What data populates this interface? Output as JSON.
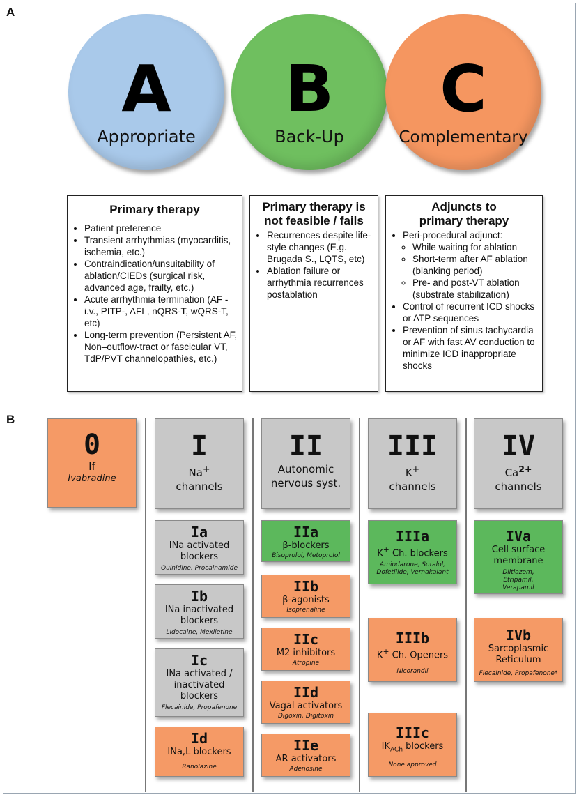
{
  "panel_a_label": "A",
  "panel_b_label": "B",
  "circles": [
    {
      "letter": "A",
      "word": "Appropriate",
      "color": "#a9c9ea"
    },
    {
      "letter": "B",
      "word": "Back-Up",
      "color": "#6fbf5f"
    },
    {
      "letter": "C",
      "word": "Complementary",
      "color": "#f59660"
    }
  ],
  "box_a": {
    "title": "Primary therapy",
    "items": [
      "Patient preference",
      "Transient arrhythmias (myocarditis, ischemia, etc.)",
      "Contraindication/unsuitability of ablation/CIEDs (surgical risk, advanced age, frailty, etc.)",
      "Acute arrhythmia termination (AF - i.v., PITP-, AFL, nQRS-T, wQRS-T, etc)",
      "Long-term prevention (Persistent AF, Non–outflow-tract or fascicular VT,  TdP/PVT channelopathies, etc.)"
    ]
  },
  "box_b": {
    "title_line1": "Primary therapy is",
    "title_line2": "not feasible / fails",
    "items": [
      "Recurrences despite life-style changes (E.g. Brugada S., LQTS, etc)",
      "Ablation failure or arrhythmia recurrences postablation"
    ]
  },
  "box_c": {
    "title_line1": "Adjuncts to",
    "title_line2": "primary therapy",
    "item1": "Peri-procedural adjunct:",
    "subitems": [
      "While waiting for ablation",
      "Short-term after AF ablation (blanking period)",
      "Pre- and post-VT ablation (substrate stabilization)"
    ],
    "item2": "Control of recurrent ICD shocks or ATP sequences",
    "item3": "Prevention of sinus tachycardia or AF with fast AV conduction to minimize ICD inappropriate shocks"
  },
  "class0": {
    "num": "0",
    "label": "If",
    "drug": "Ivabradine"
  },
  "headers": [
    {
      "num": "I",
      "line1": "Na",
      "sup": "+",
      "line2": "channels"
    },
    {
      "num": "II",
      "line1": "Autonomic",
      "sup": "",
      "line2": "nervous syst."
    },
    {
      "num": "III",
      "line1": "K",
      "sup": "+",
      "line2": "channels"
    },
    {
      "num": "IV",
      "line1": "Ca",
      "sup": "2+",
      "line2": "channels"
    }
  ],
  "sub_I": [
    {
      "num": "Ia",
      "label": "INa activated blockers",
      "drugs": "Quinidine, Procainamide"
    },
    {
      "num": "Ib",
      "label": "INa inactivated blockers",
      "drugs": "Lidocaine, Mexiletine"
    },
    {
      "num": "Ic",
      "label": "INa activated / inactivated blockers",
      "drugs": "Flecainide, Propafenone"
    },
    {
      "num": "Id",
      "label": "INa,L blockers",
      "drugs": "Ranolazine"
    }
  ],
  "sub_II": [
    {
      "num": "IIa",
      "label": "β-blockers",
      "drugs": "Bisoprolol, Metoprolol"
    },
    {
      "num": "IIb",
      "label": "β-agonists",
      "drugs": "Isoprenaline"
    },
    {
      "num": "IIc",
      "label": "M2 inhibitors",
      "drugs": "Atropine"
    },
    {
      "num": "IId",
      "label": "Vagal activators",
      "drugs": "Digoxin, Digitoxin"
    },
    {
      "num": "IIe",
      "label": "AR activators",
      "drugs": "Adenosine"
    }
  ],
  "sub_III": [
    {
      "num": "IIIa",
      "label_pre": "K",
      "label_sup": "+",
      "label_post": " Ch. blockers",
      "drugs": "Amiodarone, Sotalol, Dofetilide, Vernakalant"
    },
    {
      "num": "IIIb",
      "label_pre": "K",
      "label_sup": "+",
      "label_post": " Ch. Openers",
      "drugs": "Nicorandil"
    },
    {
      "num": "IIIc",
      "label_pre": "IK",
      "label_sub": "ACh",
      "label_post": " blockers",
      "drugs": "None approved"
    }
  ],
  "sub_IV": [
    {
      "num": "IVa",
      "label": "Cell surface membrane",
      "drugs": "Diltiazem, Etripamil, Verapamil"
    },
    {
      "num": "IVb",
      "label": "Sarcoplasmic Reticulum",
      "drugs": "Flecainide, Propafenone*"
    }
  ],
  "colors": {
    "gray": "#c8c8c8",
    "green": "#5cb85c",
    "orange": "#f59a66",
    "blue": "#a9c9ea"
  }
}
